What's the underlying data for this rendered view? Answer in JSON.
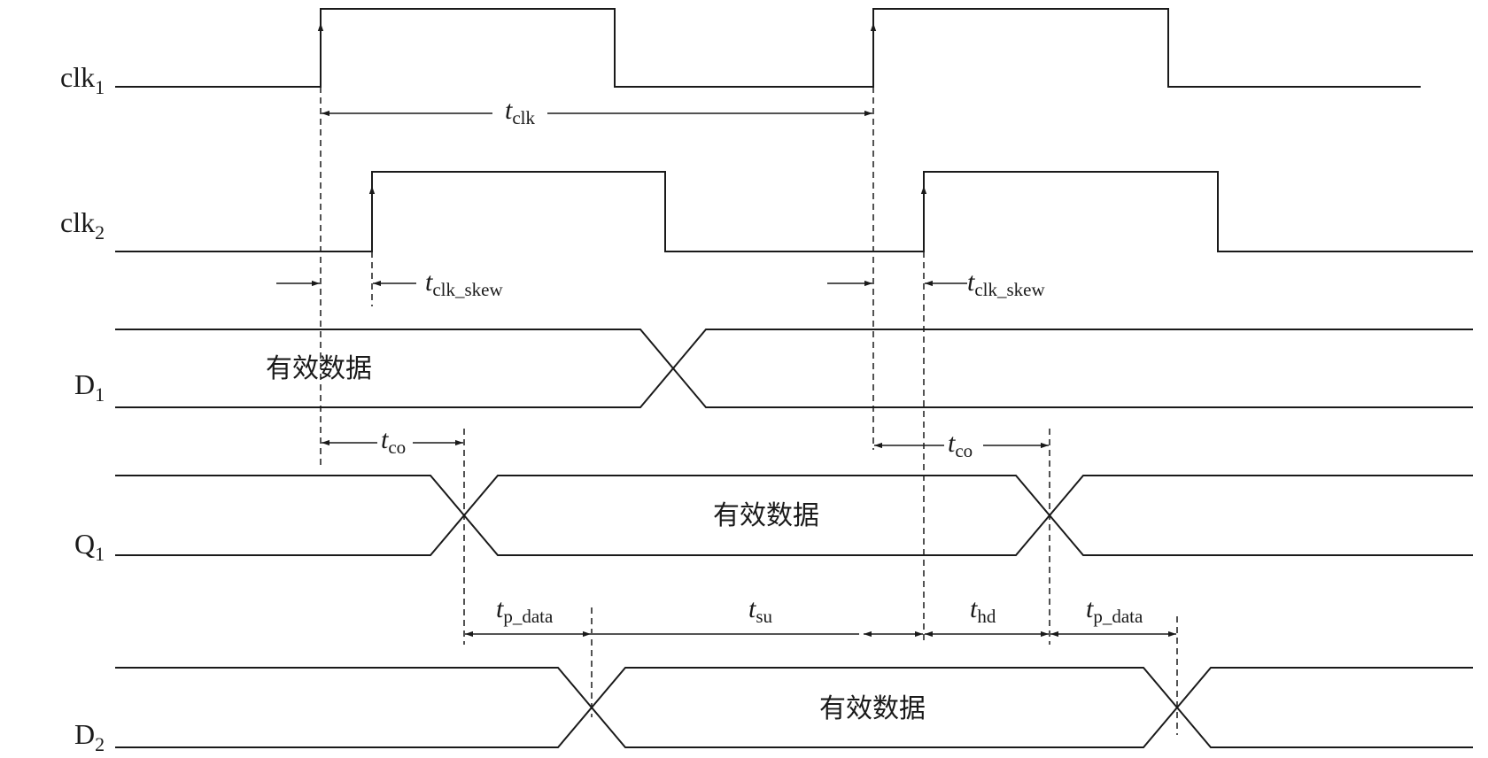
{
  "signals": {
    "clk1": {
      "base": "clk",
      "sub": "1"
    },
    "clk2": {
      "base": "clk",
      "sub": "2"
    },
    "d1": {
      "base": "D",
      "sub": "1"
    },
    "q1": {
      "base": "Q",
      "sub": "1"
    },
    "d2": {
      "base": "D",
      "sub": "2"
    }
  },
  "timing": {
    "t_clk": {
      "t": "t",
      "sub": "clk"
    },
    "t_clk_skew_1": {
      "t": "t",
      "sub": "clk_skew"
    },
    "t_clk_skew_2": {
      "t": "t",
      "sub": "clk_skew"
    },
    "t_co_1": {
      "t": "t",
      "sub": "co"
    },
    "t_co_2": {
      "t": "t",
      "sub": "co"
    },
    "t_p_data_1": {
      "t": "t",
      "sub": "p_data"
    },
    "t_su": {
      "t": "t",
      "sub": "su"
    },
    "t_hd": {
      "t": "t",
      "sub": "hd"
    },
    "t_p_data_2": {
      "t": "t",
      "sub": "p_data"
    }
  },
  "data_labels": {
    "d1": "有效数据",
    "q1": "有效数据",
    "d2": "有效数据"
  }
}
